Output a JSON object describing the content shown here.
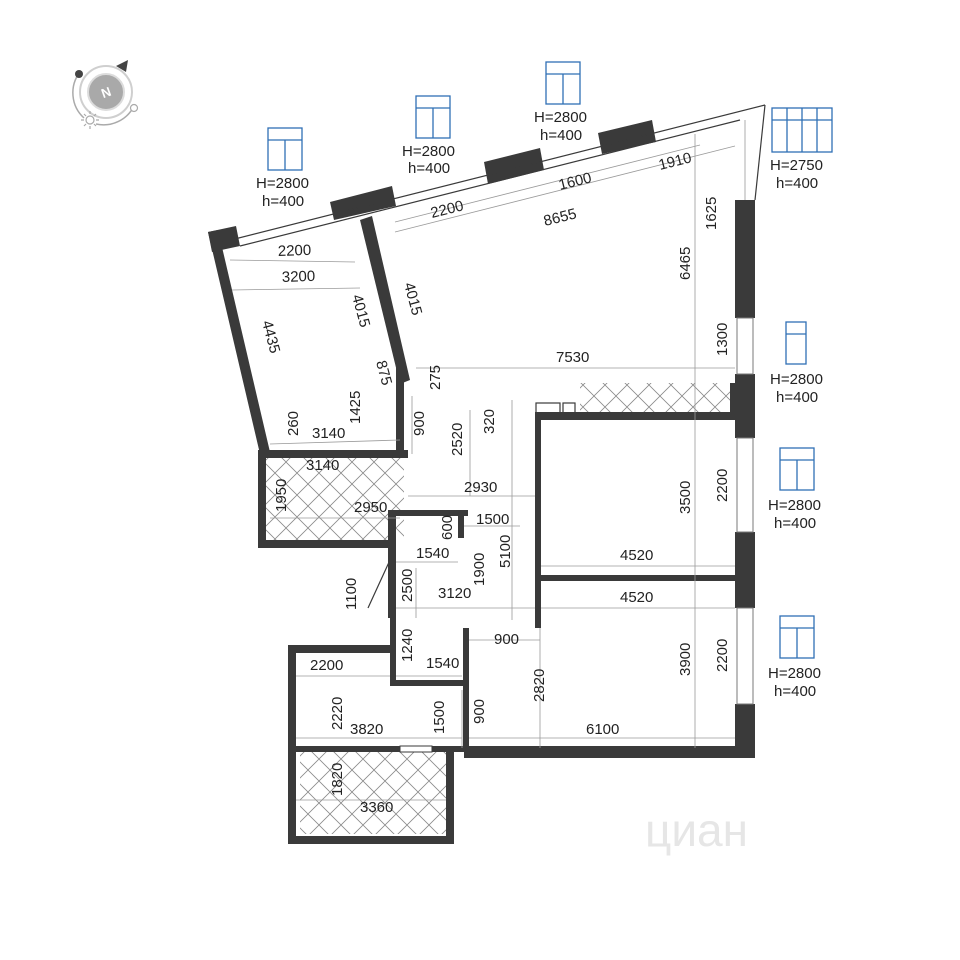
{
  "compass": {
    "label": "N"
  },
  "watermark": "циан",
  "windows": [
    {
      "h_big": "H=2800",
      "h_small": "h=400"
    },
    {
      "h_big": "H=2800",
      "h_small": "h=400"
    },
    {
      "h_big": "H=2800",
      "h_small": "h=400"
    },
    {
      "h_big": "H=2750",
      "h_small": "h=400"
    },
    {
      "h_big": "H=2800",
      "h_small": "h=400"
    },
    {
      "h_big": "H=2800",
      "h_small": "h=400"
    },
    {
      "h_big": "H=2800",
      "h_small": "h=400"
    }
  ],
  "dimensions": [
    "2200",
    "1600",
    "1910",
    "8655",
    "2200",
    "3200",
    "4015",
    "4015",
    "4435",
    "1625",
    "6465",
    "1300",
    "7530",
    "875",
    "275",
    "1425",
    "260",
    "3140",
    "900",
    "2520",
    "320",
    "3140",
    "1950",
    "2950",
    "2930",
    "600",
    "1500",
    "1540",
    "5100",
    "1900",
    "3500",
    "2200",
    "4520",
    "1100",
    "2500",
    "3120",
    "4520",
    "1240",
    "1540",
    "900",
    "2200",
    "2820",
    "3900",
    "2200",
    "2220",
    "3820",
    "1500",
    "900",
    "6100",
    "1820",
    "3360"
  ]
}
